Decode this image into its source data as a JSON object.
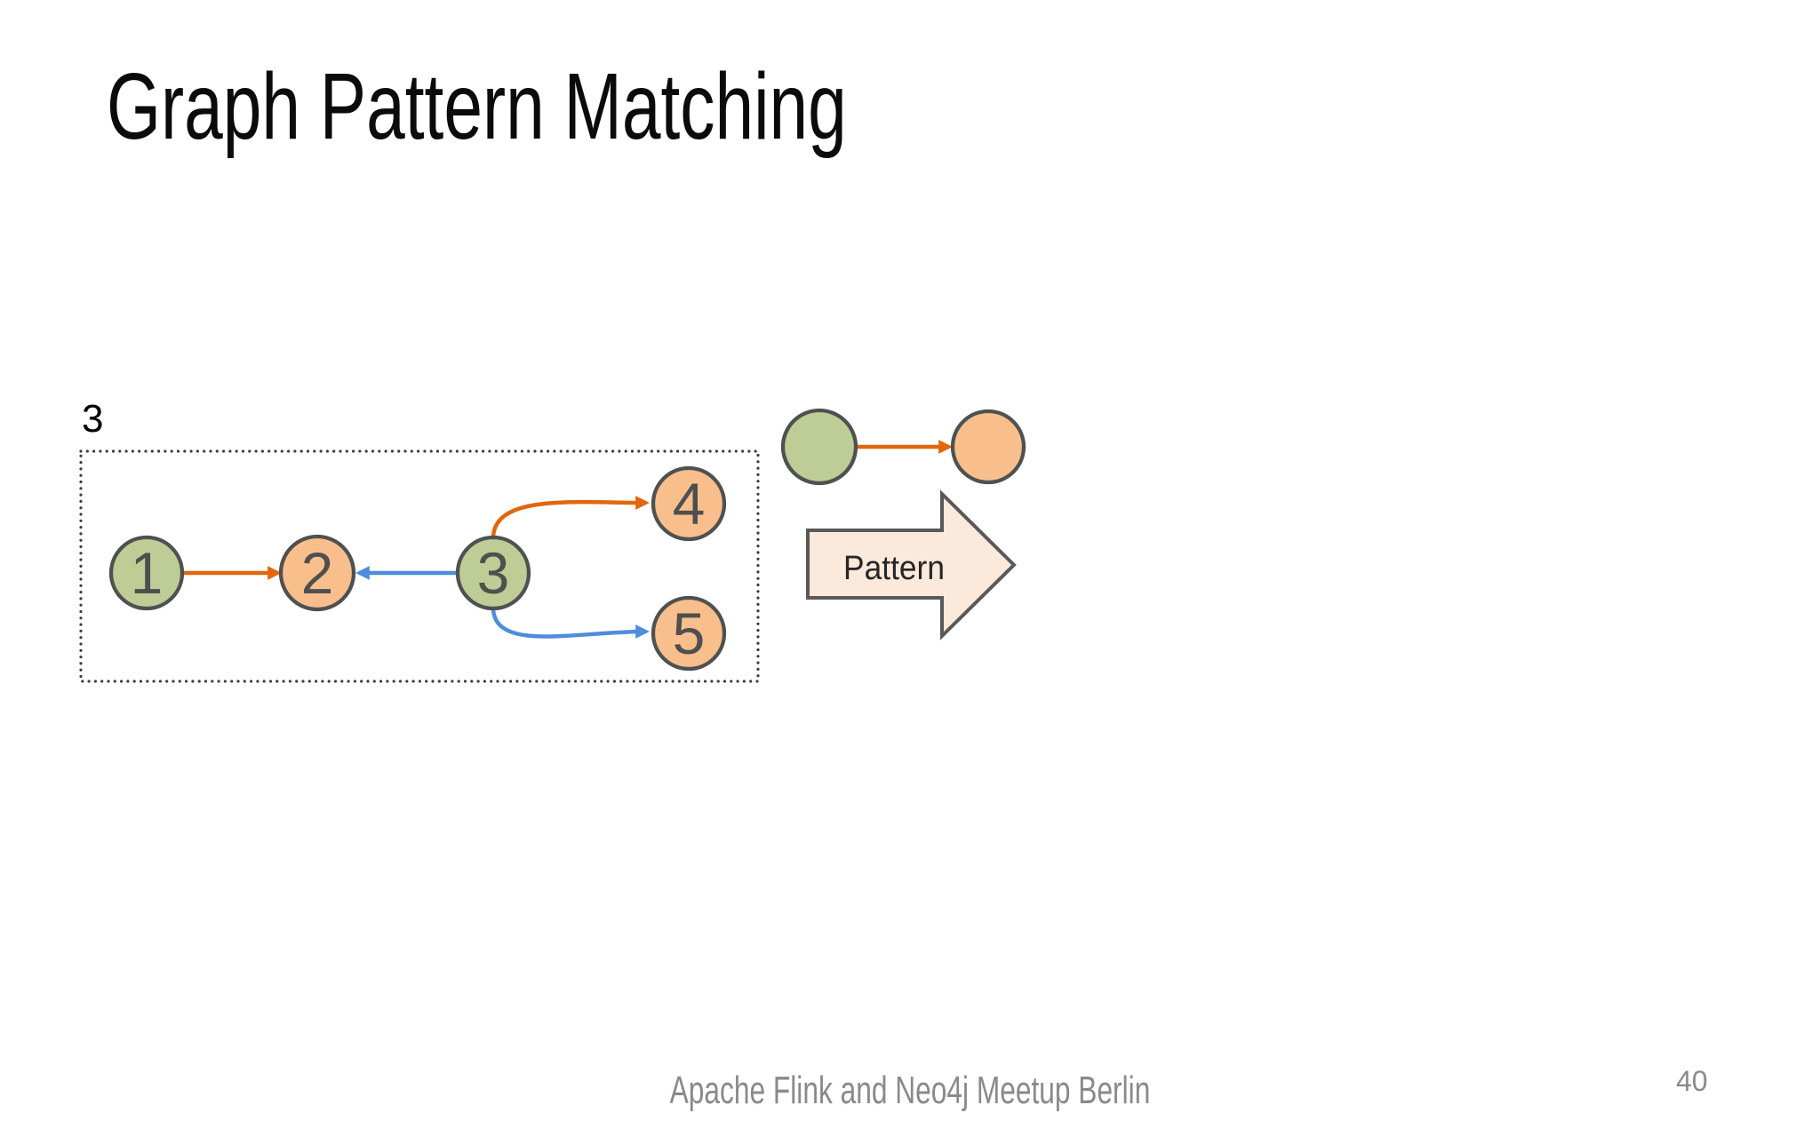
{
  "slide": {
    "title": "Graph Pattern Matching",
    "footer": "Apache Flink and Neo4j Meetup Berlin",
    "page_number": "40"
  },
  "graph": {
    "group_label": "3",
    "nodes": [
      {
        "id": "1",
        "label": "1",
        "type": "green"
      },
      {
        "id": "2",
        "label": "2",
        "type": "orange"
      },
      {
        "id": "3",
        "label": "3",
        "type": "green"
      },
      {
        "id": "4",
        "label": "4",
        "type": "orange"
      },
      {
        "id": "5",
        "label": "5",
        "type": "orange"
      }
    ],
    "edges": [
      {
        "from": "1",
        "to": "2",
        "color": "orange"
      },
      {
        "from": "3",
        "to": "2",
        "color": "blue"
      },
      {
        "from": "3",
        "to": "4",
        "color": "orange"
      },
      {
        "from": "3",
        "to": "5",
        "color": "blue"
      }
    ]
  },
  "pattern": {
    "label": "Pattern",
    "nodes": [
      {
        "type": "green"
      },
      {
        "type": "orange"
      }
    ],
    "edge": {
      "from": "green",
      "to": "orange",
      "color": "orange"
    }
  },
  "colors": {
    "node_green": "#BECC96",
    "node_orange": "#F8BF8D",
    "node_border": "#4F5150",
    "node_text": "#4F4F4F",
    "edge_orange": "#E2660C",
    "edge_blue": "#4E8DDB",
    "arrow_fill": "#FBE9DB",
    "arrow_border": "#595959",
    "box_dots": "#3D3D3D",
    "text_gray": "#8A8A8A",
    "pattern_text": "#262626"
  }
}
